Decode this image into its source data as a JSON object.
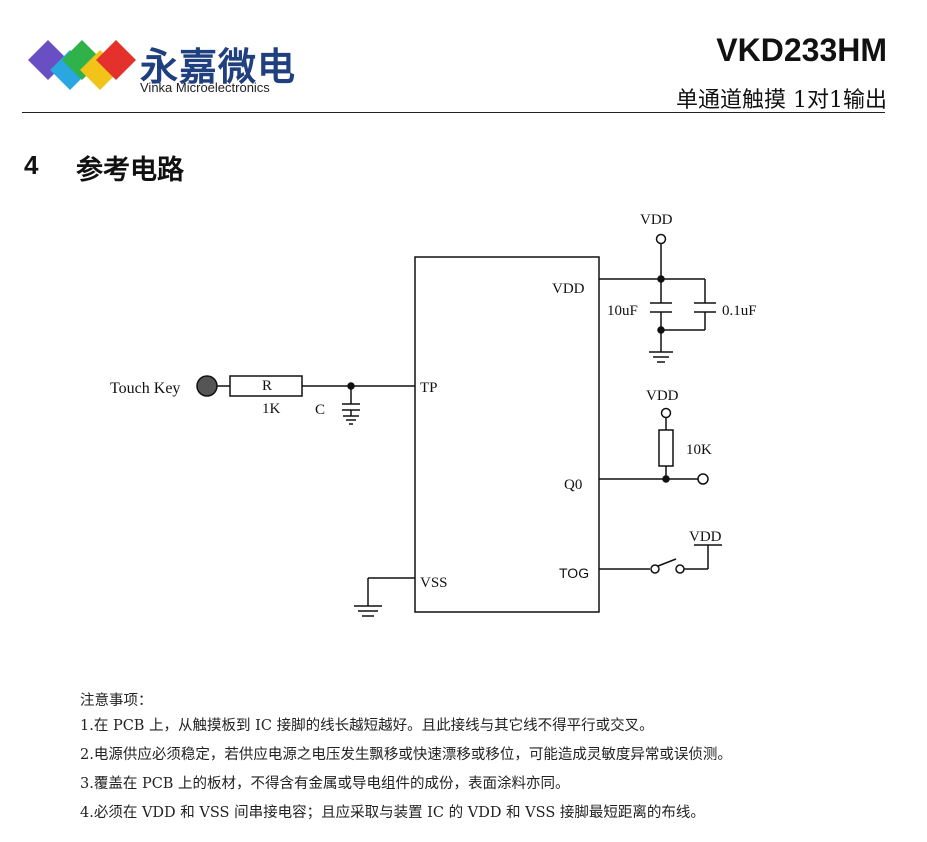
{
  "header": {
    "logo_cn": "永嘉微电",
    "logo_en": "Vinka Microelectronics",
    "model": "VKD233HM",
    "subtitle": "单通道触摸 1对1输出",
    "logo_colors": [
      "#6a4fc4",
      "#2aa7e0",
      "#2fb24a",
      "#f2c318",
      "#e4312b"
    ]
  },
  "section": {
    "number": "4",
    "title": "参考电路"
  },
  "circuit": {
    "touch_key": "Touch Key",
    "resistor_r": "R",
    "resistor_r_value": "1K",
    "capacitor_c": "C",
    "pin_tp": "TP",
    "pin_vdd": "VDD",
    "pin_q0": "Q0",
    "pin_tog": "TOG",
    "pin_vss": "VSS",
    "vdd_top": "VDD",
    "cap_10uf": "10uF",
    "cap_01uf": "0.1uF",
    "vdd_q0": "VDD",
    "resistor_pullup": "10K",
    "vdd_tog": "VDD"
  },
  "notes": {
    "heading": "注意事项：",
    "items": [
      "1.在 PCB 上，从触摸板到 IC 接脚的线长越短越好。且此接线与其它线不得平行或交叉。",
      "2.电源供应必须稳定，若供应电源之电压发生飘移或快速漂移或移位，可能造成灵敏度异常或误侦测。",
      "3.覆盖在 PCB 上的板材，不得含有金属或导电组件的成份，表面涂料亦同。",
      "4.必须在 VDD 和 VSS 间串接电容；且应采取与装置 IC 的 VDD 和 VSS 接脚最短距离的布线。"
    ]
  }
}
